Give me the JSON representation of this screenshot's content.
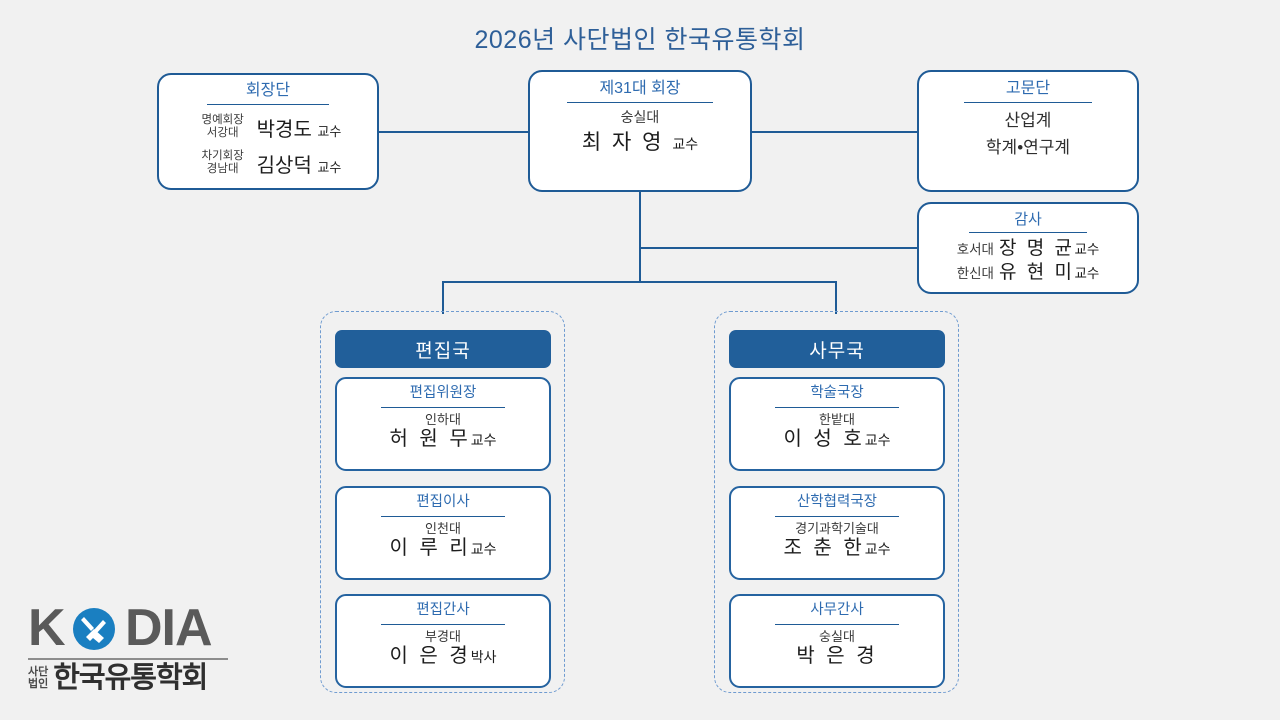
{
  "title": "2026년 사단법인 한국유통학회",
  "colors": {
    "background": "#f1f1f1",
    "accent_blue": "#1f5b96",
    "title_blue": "#2e5f98",
    "header_fill": "#215f9a",
    "dashed_border": "#6f9bd0",
    "role_text": "#2e6bb0"
  },
  "president_group": {
    "heading": "회장단",
    "members": [
      {
        "role": "명예회장",
        "univ": "서강대",
        "name": "박경도",
        "suffix": "교수"
      },
      {
        "role": "차기회장",
        "univ": "경남대",
        "name": "김상덕",
        "suffix": "교수"
      }
    ]
  },
  "chair": {
    "heading": "제31대 회장",
    "univ": "숭실대",
    "name": "최 자 영",
    "suffix": "교수"
  },
  "advisors": {
    "heading": "고문단",
    "lines": [
      "산업계",
      "학계•연구계"
    ]
  },
  "auditors": {
    "heading": "감사",
    "rows": [
      {
        "univ": "호서대",
        "name": "장 명 균",
        "suffix": "교수"
      },
      {
        "univ": "한신대",
        "name": "유 현 미",
        "suffix": "교수"
      }
    ]
  },
  "divisions": [
    {
      "header": "편집국",
      "members": [
        {
          "role": "편집위원장",
          "univ": "인하대",
          "name": "허 원 무",
          "suffix": "교수"
        },
        {
          "role": "편집이사",
          "univ": "인천대",
          "name": "이 루 리",
          "suffix": "교수"
        },
        {
          "role": "편집간사",
          "univ": "부경대",
          "name": "이 은 경",
          "suffix": "박사"
        }
      ]
    },
    {
      "header": "사무국",
      "members": [
        {
          "role": "학술국장",
          "univ": "한밭대",
          "name": "이 성 호",
          "suffix": "교수"
        },
        {
          "role": "산학협력국장",
          "univ": "경기과학기술대",
          "name": "조 춘 한",
          "suffix": "교수"
        },
        {
          "role": "사무간사",
          "univ": "숭실대",
          "name": "박 은 경",
          "suffix": ""
        }
      ]
    }
  ],
  "logo": {
    "mark_left": "K",
    "mark_right": "DIA",
    "corp_line1": "사단",
    "corp_line2": "법인",
    "org_name": "한국유통학회"
  }
}
